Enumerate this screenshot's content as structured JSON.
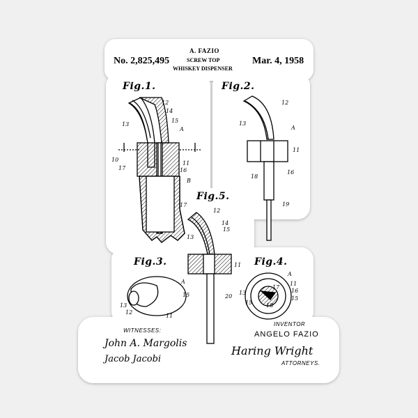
{
  "header": {
    "patent_number": "No. 2,825,495",
    "inventor_short": "A. FAZIO",
    "title_line1": "SCREW TOP",
    "title_line2": "WHISKEY DISPENSER",
    "date": "Mar. 4, 1958"
  },
  "figures": {
    "fig1": "Fig.1.",
    "fig2": "Fig.2.",
    "fig3": "Fig.3.",
    "fig4": "Fig.4.",
    "fig5": "Fig.5."
  },
  "footer": {
    "witnesses_label": "WITNESSES:",
    "witness_signature_1": "John A. Margolis",
    "witness_signature_2": "Jacob Jacobi",
    "inventor_label": "INVENTOR",
    "inventor_name": "ANGELO FAZIO",
    "attorney_signature": "Haring Wright",
    "attorneys_label": "ATTORNEYS."
  },
  "colors": {
    "ink": "#000000",
    "paper": "#ffffff",
    "background": "#f0f0f0"
  }
}
